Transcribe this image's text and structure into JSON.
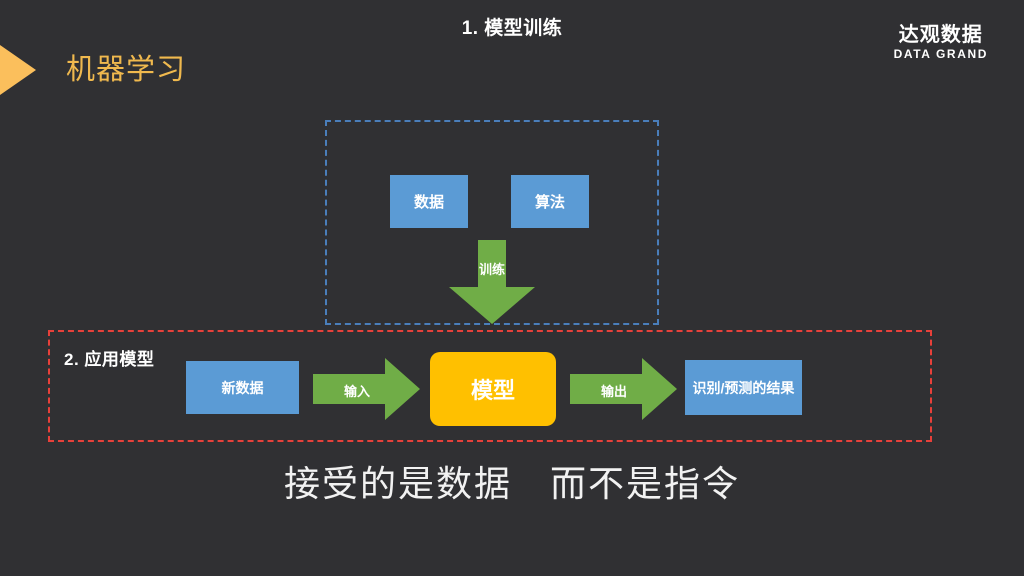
{
  "slide": {
    "background_color": "#303033",
    "title": "机器学习",
    "title_color": "#f0b94e",
    "marker_icon": "triangle-right-icon",
    "marker_color": "#fbbf5c"
  },
  "brand": {
    "name_cn": "达观数据",
    "name_en": "DATA GRAND",
    "color": "#ffffff"
  },
  "colors": {
    "blue_box": "#5b9bd5",
    "green_arrow": "#70ad47",
    "orange_box": "#ffc000",
    "panel_train_border": "#4a7ebb",
    "panel_apply_border": "#e8403a",
    "text_light": "#ffffff"
  },
  "sections": {
    "training": {
      "title": "1. 模型训练",
      "border_style": "dashed",
      "border_color": "#4a7ebb",
      "boxes": [
        {
          "label": "数据",
          "color": "#5b9bd5"
        },
        {
          "label": "算法",
          "color": "#5b9bd5"
        }
      ],
      "arrow": {
        "label": "训练",
        "direction": "down",
        "color": "#70ad47"
      }
    },
    "application": {
      "title": "2. 应用模型",
      "border_style": "dashed",
      "border_color": "#e8403a",
      "flow": [
        {
          "type": "box",
          "label": "新数据",
          "color": "#5b9bd5"
        },
        {
          "type": "arrow",
          "label": "输入",
          "color": "#70ad47",
          "direction": "right"
        },
        {
          "type": "box",
          "label": "模型",
          "color": "#ffc000"
        },
        {
          "type": "arrow",
          "label": "输出",
          "color": "#70ad47",
          "direction": "right"
        },
        {
          "type": "box",
          "label": "识别/预测的结果",
          "color": "#5b9bd5"
        }
      ]
    }
  },
  "caption": "接受的是数据　而不是指令"
}
